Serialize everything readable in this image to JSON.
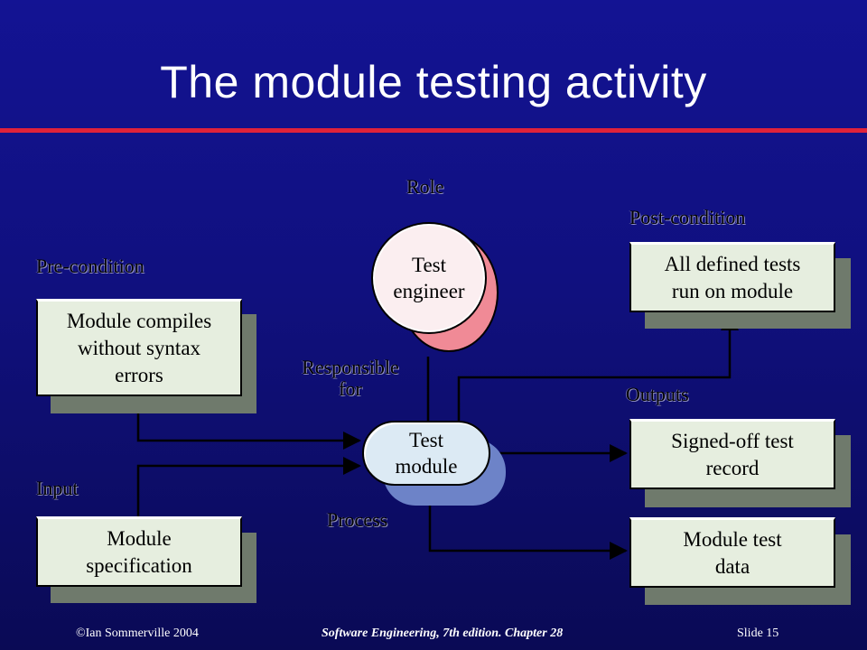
{
  "slide": {
    "title": "The module testing activity",
    "title_color": "#ffffff",
    "accent_rule_color": "#e0223a"
  },
  "diagram": {
    "labels": {
      "role": "Role",
      "post_condition": "Post-condition",
      "pre_condition": "Pre-condition",
      "responsible_for": "Responsible\nfor",
      "outputs": "Outputs",
      "input": "Input",
      "process": "Process"
    },
    "role_node": {
      "text": "Test\nengineer",
      "fill": "#fbeef0",
      "shadow": "#f08a96"
    },
    "process_node": {
      "text": "Test\nmodule",
      "fill": "#dceaf4",
      "shadow": "#6d83c8"
    },
    "boxes": {
      "pre_condition": "Module compiles\nwithout syntax\nerrors",
      "input": "Module\nspecification",
      "post_condition": "All defined tests\nrun on module",
      "output_record": "Signed-off test\nrecord",
      "output_data": "Module test\ndata"
    },
    "box_fill": "#e6eedf",
    "box_shadow": "#6f7a6c"
  },
  "footer": {
    "copyright": "©Ian Sommerville 2004",
    "book": "Software Engineering, 7th edition. Chapter 28",
    "slide_number": "Slide  15"
  }
}
